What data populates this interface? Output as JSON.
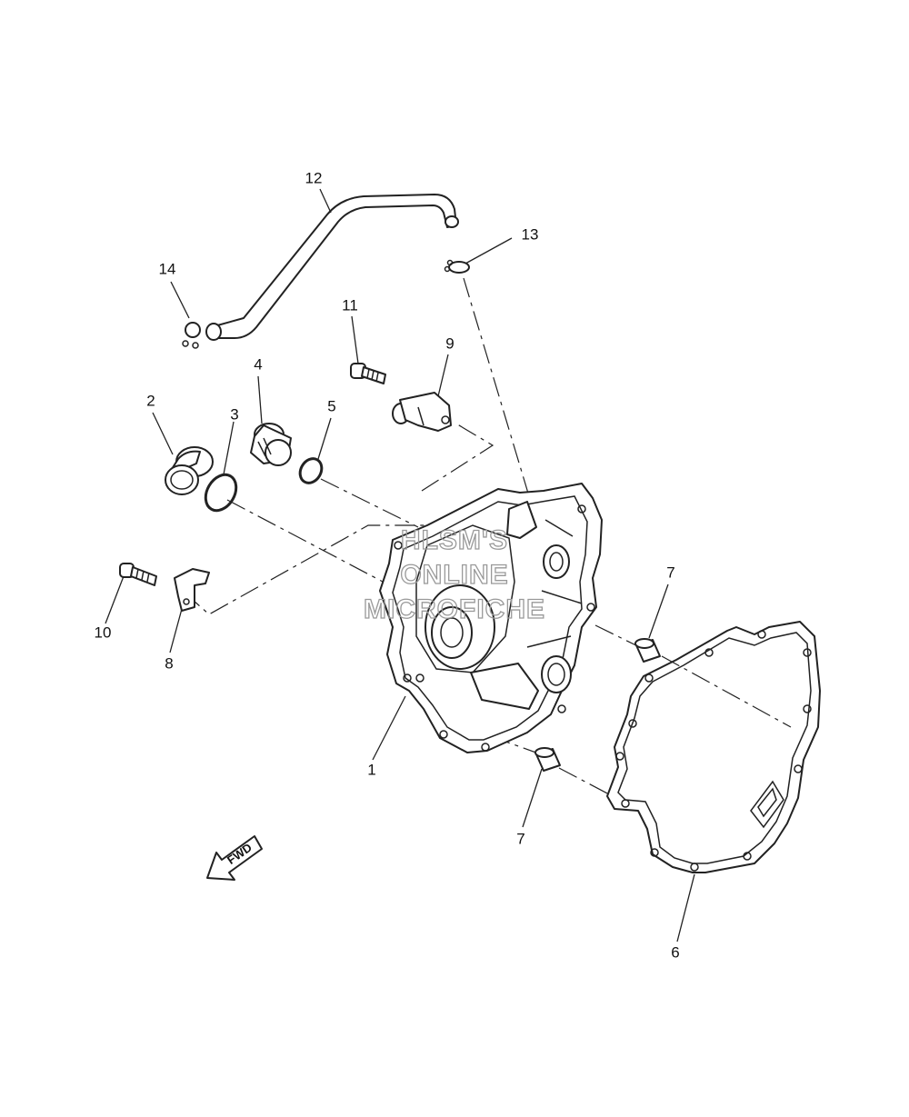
{
  "watermark": {
    "line1": "HLSM'S",
    "line2": "ONLINE",
    "line3": "MICROFICHE"
  },
  "direction_badge": {
    "label": "FWD"
  },
  "callouts": {
    "c1": "1",
    "c2": "2",
    "c3": "3",
    "c4": "4",
    "c5": "5",
    "c6": "6",
    "c7a": "7",
    "c7b": "7",
    "c8": "8",
    "c9": "9",
    "c10": "10",
    "c11": "11",
    "c12": "12",
    "c13": "13",
    "c14": "14"
  },
  "colors": {
    "line": "#222222",
    "watermark": "#999999",
    "background": "#ffffff"
  }
}
